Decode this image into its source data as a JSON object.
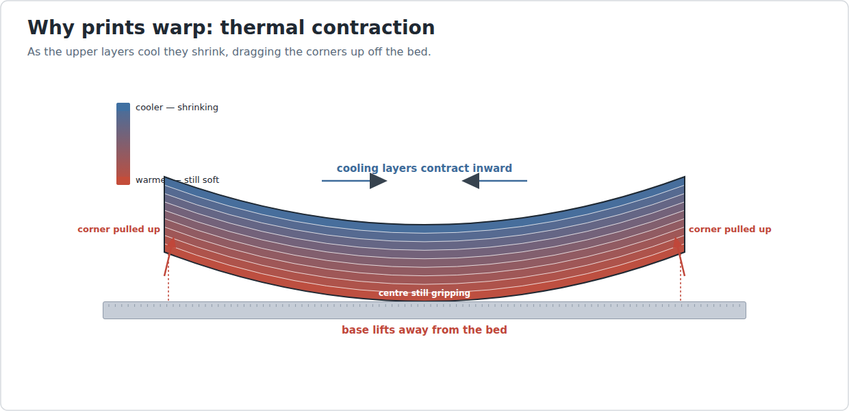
{
  "diagram": {
    "title": "Why prints warp: thermal contraction",
    "caption": "As the upper layers cool they shrink, dragging the corners up off the bed.",
    "nodes": [
      {
        "text": [
          "centre still gripping"
        ]
      },
      {
        "text": [
          "base lifts away from the bed"
        ]
      }
    ],
    "labels": [
      "cooling layers contract inward",
      "corner pulled up",
      "corner pulled up"
    ],
    "legend": [
      {
        "text": "cooler — shrinking",
        "color": "#4070a2"
      },
      {
        "text": "warmer — still soft",
        "color": "#c44d3a"
      }
    ]
  }
}
